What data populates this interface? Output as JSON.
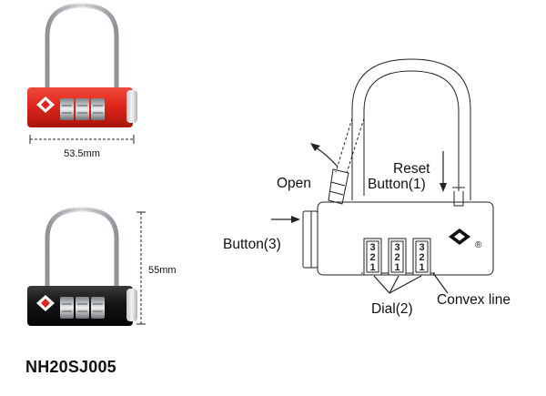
{
  "product": {
    "model": "NH20SJ005",
    "width_dimension": "53.5mm",
    "height_dimension": "55mm",
    "photo_variants": [
      {
        "name": "red",
        "color": "#e0261c"
      },
      {
        "name": "black",
        "color": "#141414"
      }
    ]
  },
  "diagram": {
    "labels": {
      "open": "Open",
      "reset_line1": "Reset",
      "reset_line2": "Button(1)",
      "button3": "Button(3)",
      "dial": "Dial(2)",
      "convex": "Convex line",
      "registered": "®"
    },
    "dial_digits": [
      "3",
      "2",
      "1"
    ],
    "dial_count": 3
  },
  "colors": {
    "red_body": "#e0261c",
    "black_body": "#141414",
    "cable": "#b9bcc0",
    "line": "#222222"
  }
}
